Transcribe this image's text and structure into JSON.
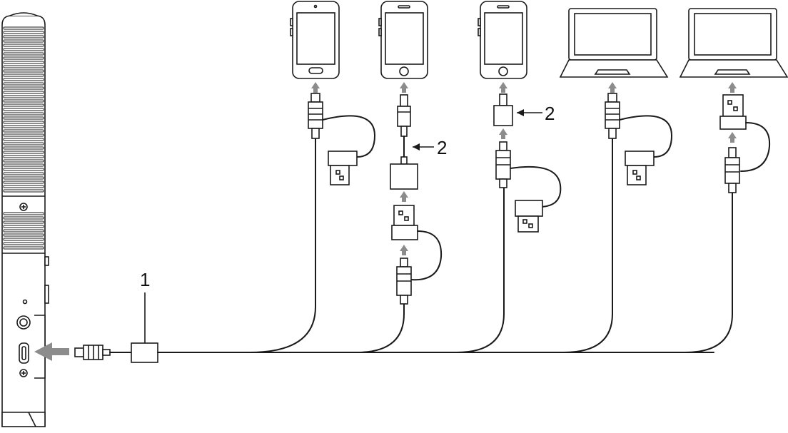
{
  "callouts": {
    "main_cable": "1",
    "adapter_a": "2",
    "adapter_b": "2"
  },
  "devices": [
    {
      "type": "phone",
      "port": "usb-c"
    },
    {
      "type": "phone",
      "port": "lightning"
    },
    {
      "type": "phone",
      "port": "lightning"
    },
    {
      "type": "laptop",
      "port": "usb-c"
    },
    {
      "type": "laptop",
      "port": "usb-a"
    }
  ],
  "icons": {
    "flow_arrow": "grey-up-arrow",
    "connect_arrow": "grey-left-arrow",
    "pointer": "black-left-arrow"
  },
  "colors": {
    "line": "#1a1a1a",
    "flow_arrow": "#8c8c8c",
    "background": "#ffffff"
  }
}
